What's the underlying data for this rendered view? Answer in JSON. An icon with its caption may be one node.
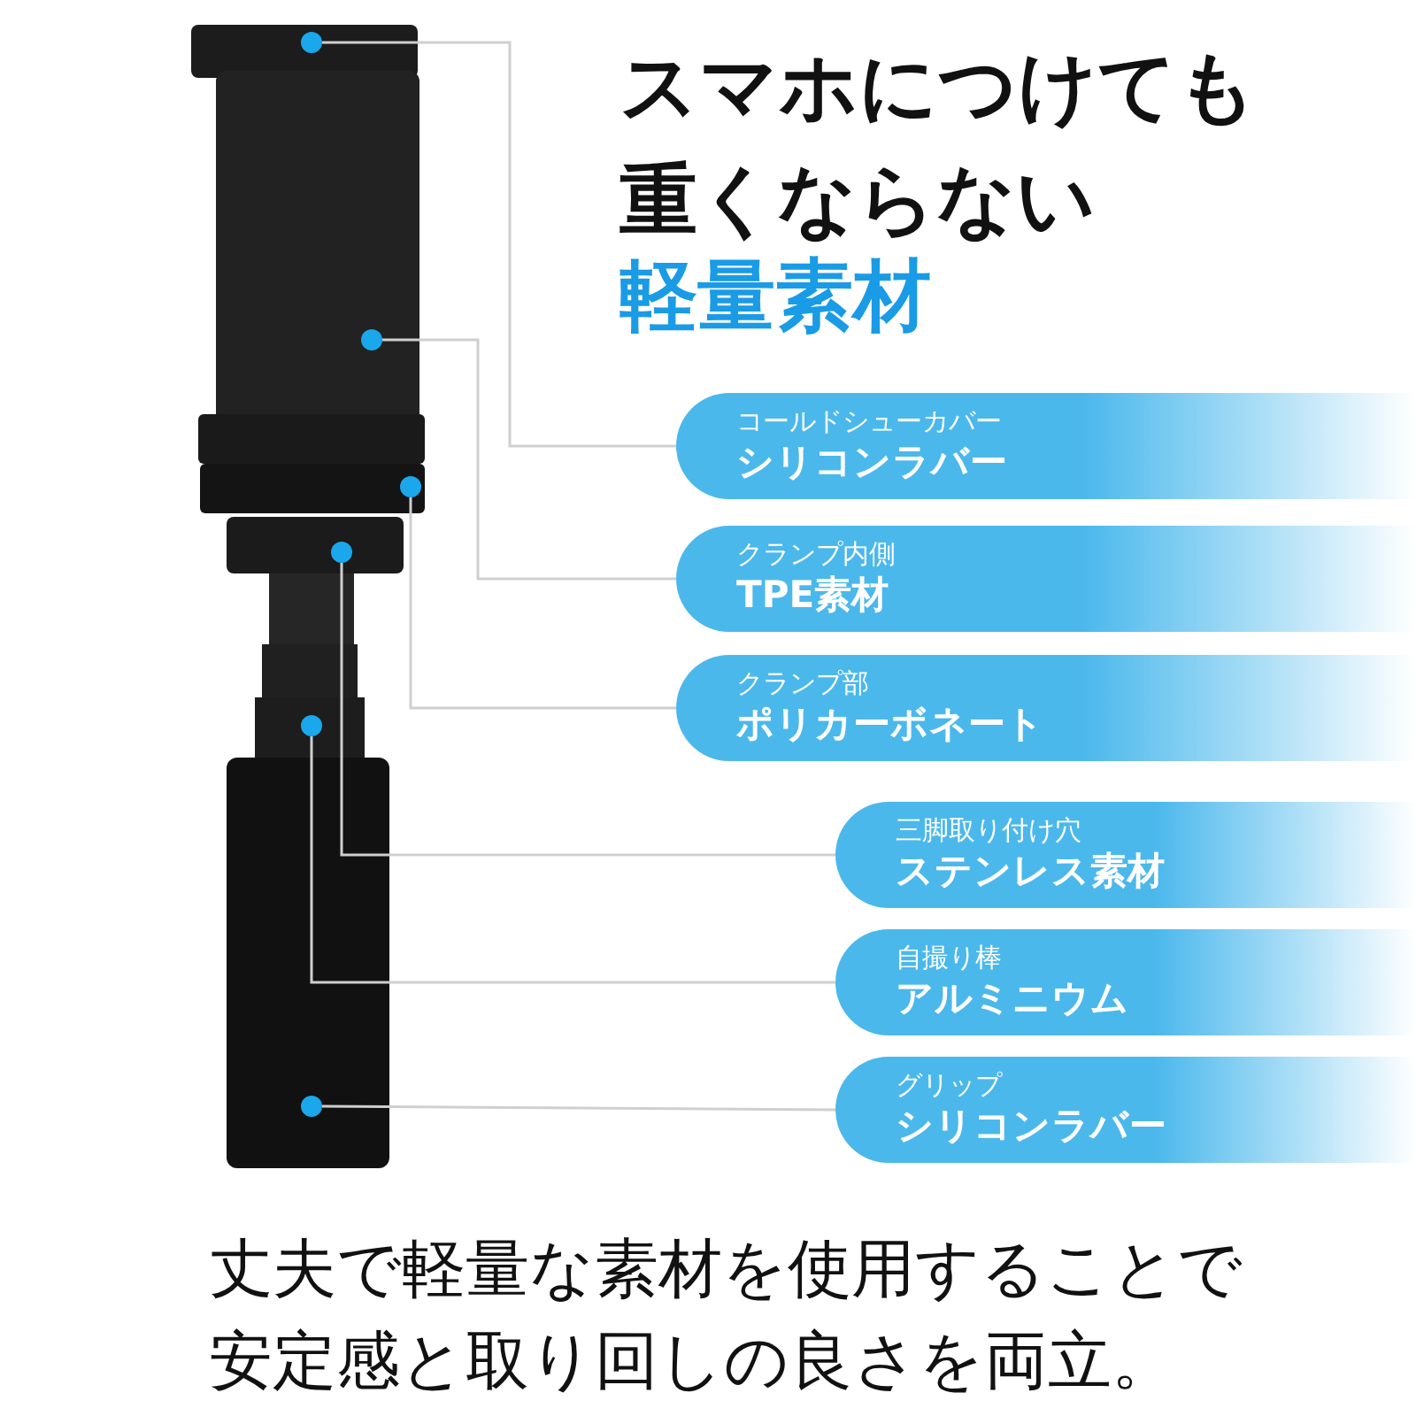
{
  "diagram": {
    "title": "スマホにつけても重くならない",
    "caption": "丈夫で軽量な素材を使用することで安定感と取り回しの良さを両立。",
    "labels": [
      "軽量素材"
    ],
    "nodes": [
      {
        "text": [
          "コールドシューカバー",
          "シリコンラバー"
        ]
      },
      {
        "text": [
          "クランプ内側",
          "TPE素材"
        ]
      },
      {
        "text": [
          "クランプ部",
          "ポリカーボネート"
        ]
      },
      {
        "text": [
          "三脚取り付け穴",
          "ステンレス素材"
        ]
      },
      {
        "text": [
          "自撮り棒",
          "アルミニウム"
        ]
      },
      {
        "text": [
          "グリップ",
          "シリコンラバー"
        ]
      },
      {
        "text": [],
        "shape": "circle"
      },
      {
        "text": [],
        "shape": "circle"
      },
      {
        "text": [],
        "shape": "circle"
      },
      {
        "text": [],
        "shape": "circle"
      },
      {
        "text": [],
        "shape": "circle"
      },
      {
        "text": [],
        "shape": "circle"
      }
    ],
    "edges": [
      {
        "from": 6,
        "to": 0,
        "arrow": "none"
      },
      {
        "from": 7,
        "to": 1,
        "arrow": "none"
      },
      {
        "from": 8,
        "to": 2,
        "arrow": "none"
      },
      {
        "from": 9,
        "to": 3,
        "arrow": "none"
      },
      {
        "from": 10,
        "to": 4,
        "arrow": "none"
      },
      {
        "from": 11,
        "to": 5,
        "arrow": "none"
      }
    ]
  }
}
